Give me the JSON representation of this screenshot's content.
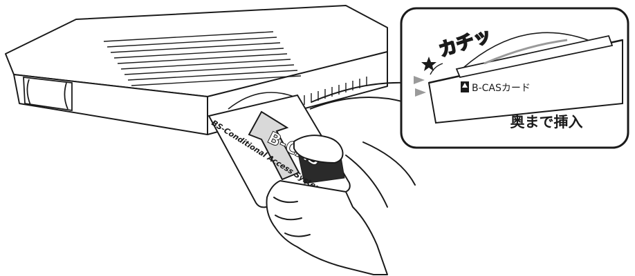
{
  "figure": {
    "card_text": "BS-Conditional Access Systems",
    "card_logo": "B-CAS",
    "click_sound": "カチッ",
    "card_label": "B-CASカード",
    "instruction": "奥まで挿入"
  },
  "icons": {
    "star": "star-icon",
    "arrow": "up-arrow-icon",
    "triangle": "triangle-pointer-icon"
  },
  "colors": {
    "line": "#1a1a1a",
    "card": "#ffffff",
    "arrow_fill": "#d9d9d9",
    "gray_accent": "#9a9a9a",
    "background": "#ffffff"
  }
}
